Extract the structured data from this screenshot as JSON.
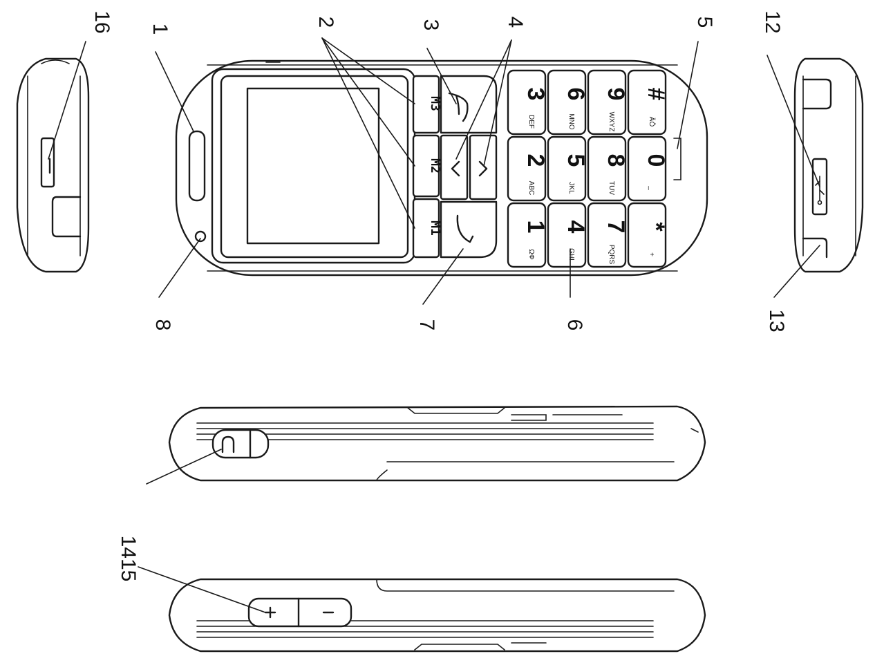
{
  "callouts": {
    "c1": "1",
    "c2": "2",
    "c3": "3",
    "c4": "4",
    "c5": "5",
    "c6": "6",
    "c7": "7",
    "c8": "8",
    "c12": "12",
    "c13": "13",
    "c16": "16",
    "c1415": "1415"
  },
  "memory_keys": {
    "m1": "M1",
    "m2": "M2",
    "m3": "M3"
  },
  "keys": [
    {
      "digit": "1",
      "letters": "ΩΦ"
    },
    {
      "digit": "2",
      "letters": "ABC"
    },
    {
      "digit": "3",
      "letters": "DEF"
    },
    {
      "digit": "4",
      "letters": "GHI"
    },
    {
      "digit": "5",
      "letters": "JKL"
    },
    {
      "digit": "6",
      "letters": "MNO"
    },
    {
      "digit": "7",
      "letters": "PQRS"
    },
    {
      "digit": "8",
      "letters": "TUV"
    },
    {
      "digit": "9",
      "letters": "WXYZ"
    },
    {
      "digit": "*",
      "letters": "+"
    },
    {
      "digit": "0",
      "letters": "_"
    },
    {
      "digit": "#",
      "letters": "ÄÖ"
    }
  ],
  "icons": {
    "call": "phone-call-icon",
    "end": "phone-end-icon",
    "up": "arrow-up-icon",
    "down": "arrow-down-icon",
    "headset": "headset-icon",
    "usb": "usb-icon",
    "plus": "volume-plus-icon",
    "minus": "volume-minus-icon"
  },
  "colors": {
    "ink": "#1a1a1a",
    "paper": "#ffffff"
  }
}
